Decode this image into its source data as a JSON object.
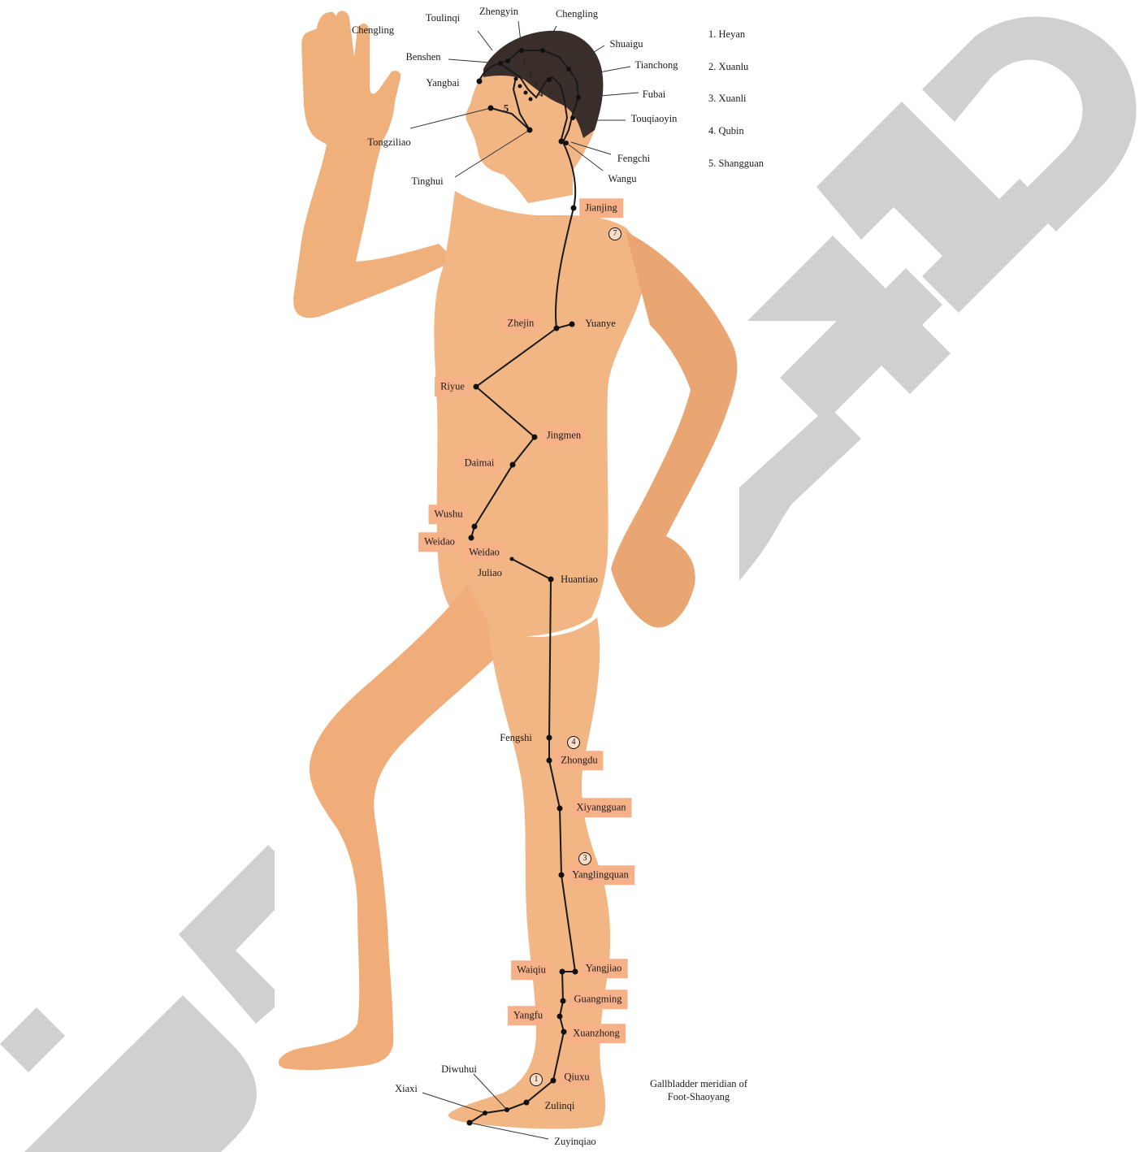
{
  "caption": {
    "line1": "Gallbladder meridian of",
    "line2": "Foot-Shaoyang"
  },
  "watermark": "RETRACTED",
  "legend": [
    {
      "text": "1. Heyan"
    },
    {
      "text": "2. Xuanlu"
    },
    {
      "text": "3. Xuanli"
    },
    {
      "text": "4. Qubin"
    },
    {
      "text": "5. Shangguan"
    }
  ],
  "head_points": [
    {
      "id": "chengling-left",
      "label": "Chengling"
    },
    {
      "id": "toulinqi",
      "label": "Toulinqi"
    },
    {
      "id": "zhengyin",
      "label": "Zhengyin"
    },
    {
      "id": "chengling-top",
      "label": "Chengling"
    },
    {
      "id": "shuaigu",
      "label": "Shuaigu"
    },
    {
      "id": "benshen",
      "label": "Benshen"
    },
    {
      "id": "tianchong",
      "label": "Tianchong"
    },
    {
      "id": "yangbai",
      "label": "Yangbai"
    },
    {
      "id": "fubai",
      "label": "Fubai"
    },
    {
      "id": "touqiaoyin",
      "label": "Touqiaoyin"
    },
    {
      "id": "tongziliao",
      "label": "Tongziliao"
    },
    {
      "id": "fengchi",
      "label": "Fengchi"
    },
    {
      "id": "wangu",
      "label": "Wangu"
    },
    {
      "id": "tinghui",
      "label": "Tinghui"
    }
  ],
  "body_points": [
    {
      "id": "jianjing",
      "label": "Jianjing"
    },
    {
      "id": "zhejin",
      "label": "Zhejin"
    },
    {
      "id": "yuanye",
      "label": "Yuanye"
    },
    {
      "id": "riyue",
      "label": "Riyue"
    },
    {
      "id": "jingmen",
      "label": "Jingmen"
    },
    {
      "id": "daimai",
      "label": "Daimai"
    },
    {
      "id": "wushu",
      "label": "Wushu"
    },
    {
      "id": "weidao-boxed",
      "label": "Weidao"
    },
    {
      "id": "weidao",
      "label": "Weidao"
    },
    {
      "id": "juliao",
      "label": "Juliao"
    },
    {
      "id": "huantiao",
      "label": "Huantiao"
    },
    {
      "id": "fengshi",
      "label": "Fengshi"
    },
    {
      "id": "zhongdu",
      "label": "Zhongdu"
    },
    {
      "id": "xiyangguan",
      "label": "Xiyangguan"
    },
    {
      "id": "yanglingquan",
      "label": "Yanglingquan"
    },
    {
      "id": "waiqiu",
      "label": "Waiqiu"
    },
    {
      "id": "yangjiao",
      "label": "Yangjiao"
    },
    {
      "id": "guangming",
      "label": "Guangming"
    },
    {
      "id": "yangfu",
      "label": "Yangfu"
    },
    {
      "id": "xuanzhong",
      "label": "Xuanzhong"
    },
    {
      "id": "qiuxu",
      "label": "Qiuxu"
    },
    {
      "id": "diwuhui",
      "label": "Diwuhui"
    },
    {
      "id": "xiaxi",
      "label": "Xiaxi"
    },
    {
      "id": "zulinqi",
      "label": "Zulinqi"
    },
    {
      "id": "zuyinqiao",
      "label": "Zuyinqiao"
    }
  ],
  "markers": [
    {
      "id": "m7",
      "text": "7"
    },
    {
      "id": "m4",
      "text": "4"
    },
    {
      "id": "m3",
      "text": "3"
    },
    {
      "id": "m1",
      "text": "1"
    }
  ],
  "face_numbers": [
    {
      "id": "f5",
      "text": "5"
    },
    {
      "id": "f1",
      "text": "1"
    },
    {
      "id": "f2",
      "text": "2"
    },
    {
      "id": "f3",
      "text": "3"
    },
    {
      "id": "f4",
      "text": "4"
    }
  ],
  "colors": {
    "skin": "#f2b584",
    "skin_shadow": "#d98e5c",
    "hair": "#3a2e2a",
    "label_box": "#f7b188",
    "meridian_line": "#1a1a1a",
    "watermark": "#cfcfcf"
  }
}
